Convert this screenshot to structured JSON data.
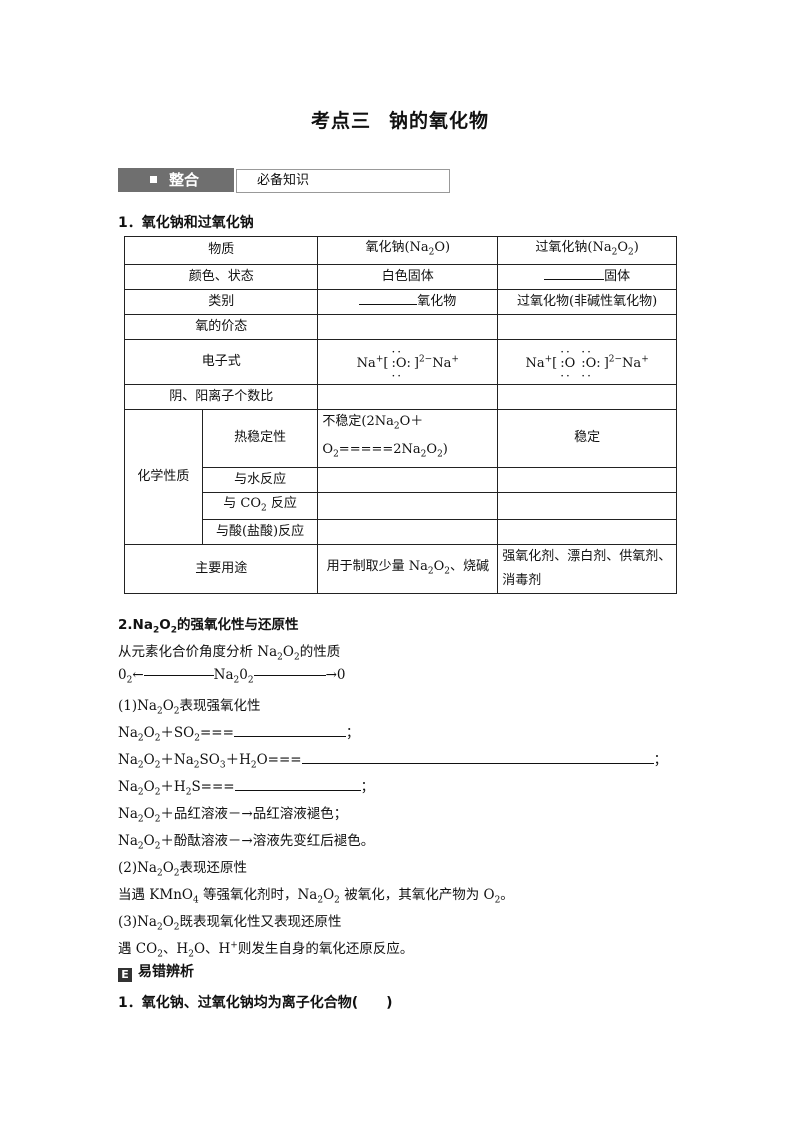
{
  "title": {
    "part1": "考点三",
    "part2": "钠的氧化物"
  },
  "banner": {
    "dark": "整合",
    "light": "必备知识"
  },
  "section1": "1．氧化钠和过氧化钠",
  "table": {
    "h_item": "物质",
    "h_na2o": "氧化钠(Na",
    "h_na2o2": "过氧化钠(Na",
    "r_color": "颜色、状态",
    "na2o_color": "白色固体",
    "na2o2_color_suffix": "固体",
    "r_type": "类别",
    "na2o_type_suffix": "氧化物",
    "na2o2_type": "过氧化物(非碱性氧化物)",
    "r_valence": "氧的价态",
    "r_electron": "电子式",
    "r_ratio": "阴、阳离子个数比",
    "r_chem": "化学性质",
    "r_heat": "热稳定性",
    "na2o_heat_1": "不稳定(2Na",
    "na2o_heat_2": "O＋",
    "na2o_heat_3": "=====2Na",
    "na2o2_heat": "稳定",
    "r_water": "与水反应",
    "r_co2": "与 CO",
    "r_co2_suffix": " 反应",
    "r_acid": "与酸(盐酸)反应",
    "r_use": "主要用途",
    "na2o_use": "用于制取少量 Na",
    "na2o_use_suffix": "、烧碱",
    "na2o2_use": "强氧化剂、漂白剂、供氧剂、消毒剂"
  },
  "section2": {
    "title": "的强氧化性与还原性",
    "intro": "从元素化合价角度分析 Na",
    "intro_suffix": "的性质"
  },
  "line_scale": {
    "left": "0",
    "mid": "Na",
    "right": "0"
  },
  "ox1": {
    "title": "(1)Na",
    "title_suffix": "表现强氧化性"
  },
  "eq1": {
    "text": "Na",
    "mid": "＋SO",
    "eq": "==="
  },
  "eq2": {
    "text": "＋Na",
    "mid": "SO",
    "mid2": "＋H",
    "eq": "O==="
  },
  "eq3": {
    "mid": "＋H",
    "eq": "S==="
  },
  "eq4": "＋品红溶液－→品红溶液褪色；",
  "eq5": "＋酚酞溶液－→溶液先变红后褪色。",
  "ox2": {
    "title_suffix": "表现还原性"
  },
  "ox2_text": {
    "a": "当遇 KMnO",
    "b": " 等强氧化剂时，Na",
    "c": " 被氧化，其氧化产物为 O",
    "d": "。"
  },
  "ox3": {
    "title_suffix": "既表现氧化性又表现还原性"
  },
  "ox3_text": {
    "a": "遇 CO",
    "b": "、H",
    "c": "O、H",
    "d": "则发生自身的氧化还原反应。"
  },
  "easy": {
    "icon": "E",
    "label": "易错辨析"
  },
  "q1": "1．氧化钠、过氧化钠均为离子化合物(　　)"
}
